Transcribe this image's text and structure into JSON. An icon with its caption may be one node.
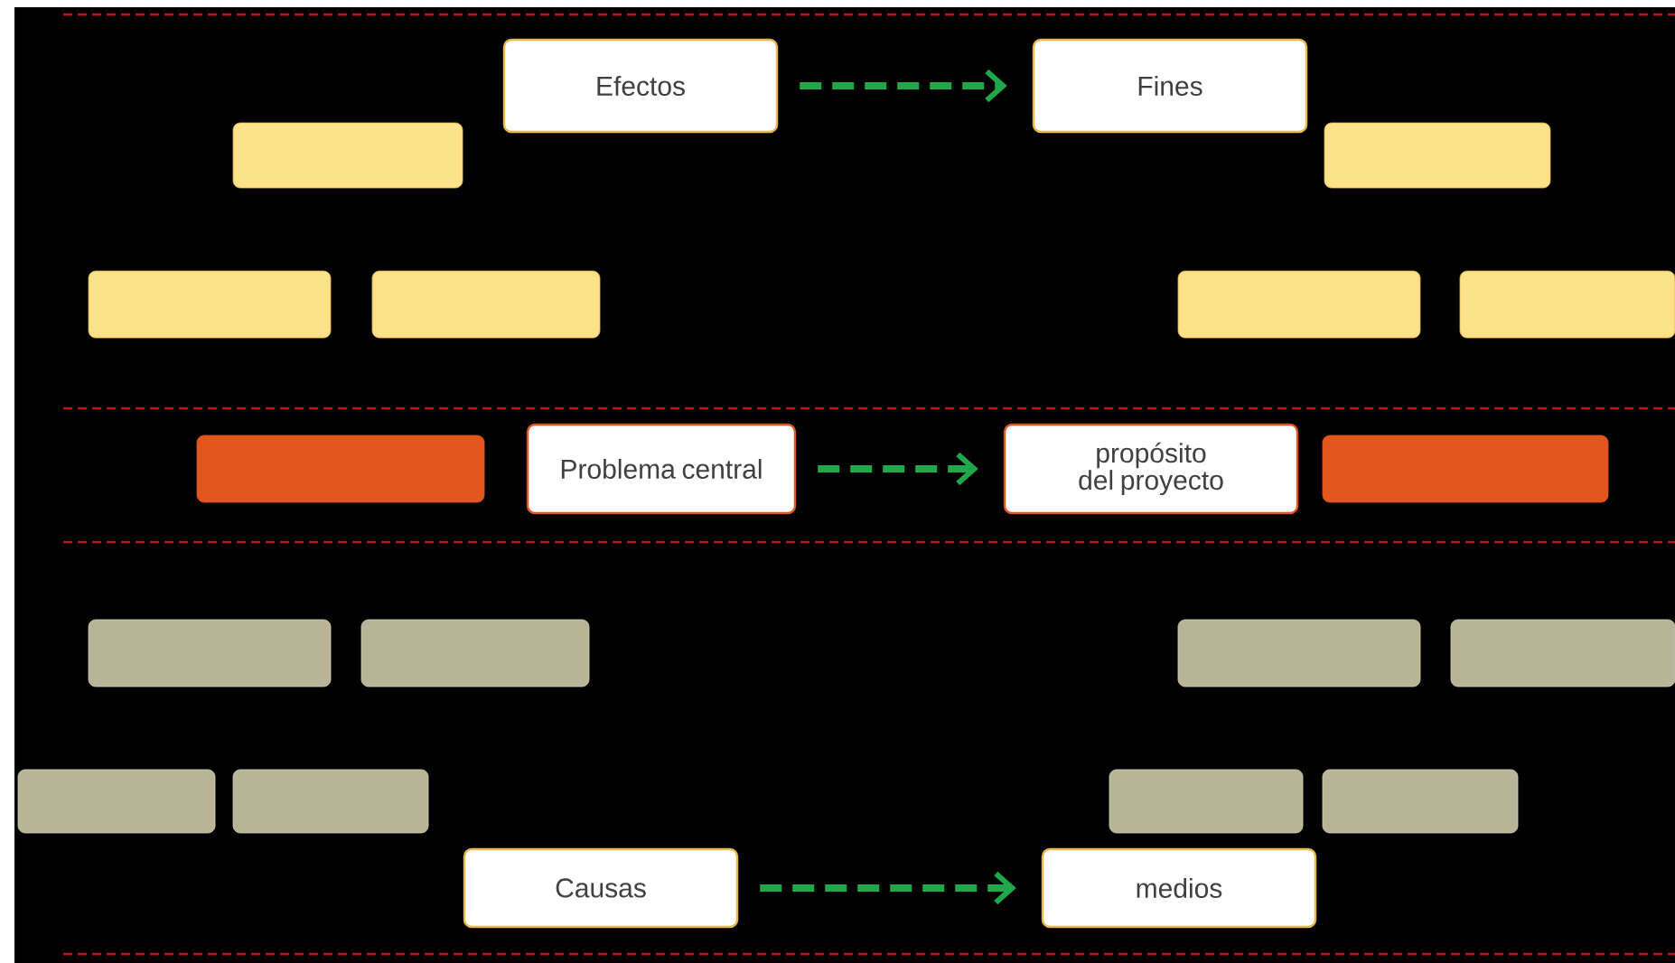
{
  "diagram": {
    "nodes": [
      {
        "text": [
          "Efectos"
        ]
      },
      {
        "text": [
          "Fines"
        ]
      },
      {
        "text": [],
        "shape": "box"
      },
      {
        "text": [],
        "shape": "box"
      },
      {
        "text": [],
        "shape": "box"
      },
      {
        "text": [],
        "shape": "box"
      },
      {
        "text": [],
        "shape": "box"
      },
      {
        "text": [],
        "shape": "box"
      },
      {
        "text": [],
        "shape": "box"
      },
      {
        "text": [
          "Problema central"
        ]
      },
      {
        "text": [
          "propósito del proyecto"
        ]
      },
      {
        "text": [],
        "shape": "box"
      },
      {
        "text": [],
        "shape": "box"
      },
      {
        "text": [],
        "shape": "box"
      },
      {
        "text": [],
        "shape": "box"
      },
      {
        "text": [],
        "shape": "box"
      },
      {
        "text": [],
        "shape": "box"
      },
      {
        "text": [],
        "shape": "box"
      },
      {
        "text": [],
        "shape": "box"
      },
      {
        "text": [],
        "shape": "box"
      },
      {
        "text": [
          "Causas"
        ]
      },
      {
        "text": [
          "medios"
        ]
      }
    ],
    "edges": [
      {
        "from": 0,
        "to": 1,
        "arrow": "to",
        "style": "dashed"
      },
      {
        "from": 9,
        "to": 10,
        "arrow": "to",
        "style": "dashed"
      },
      {
        "from": 20,
        "to": 21,
        "arrow": "to",
        "style": "dashed"
      }
    ]
  }
}
